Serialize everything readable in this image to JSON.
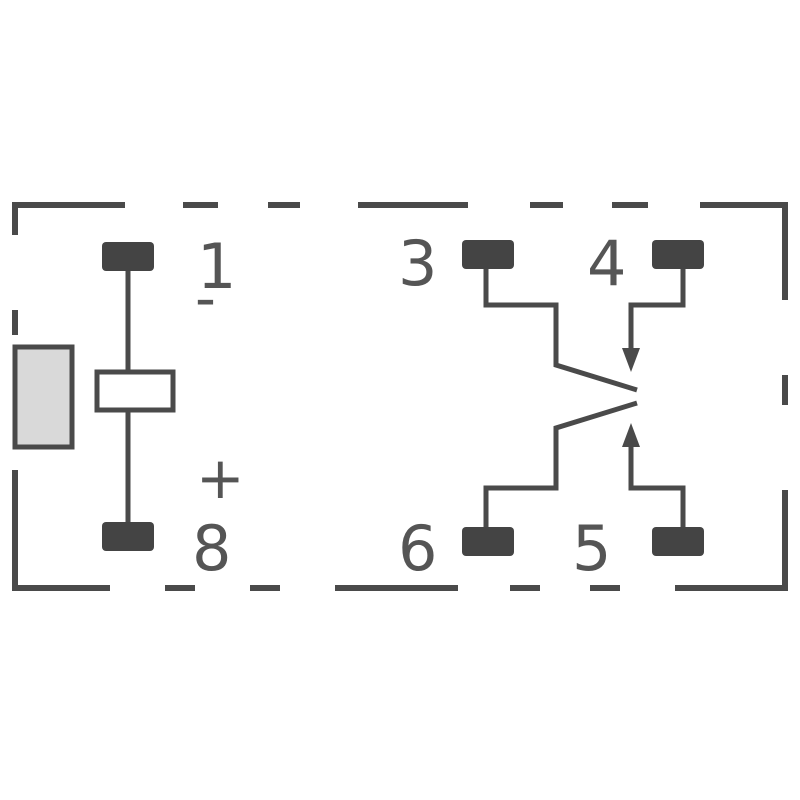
{
  "pins": {
    "p1": "1",
    "p3": "3",
    "p4": "4",
    "p5": "5",
    "p6": "6",
    "p8": "8"
  },
  "polarity": {
    "negative": "-",
    "positive": "+"
  },
  "colors": {
    "line": "#4a4a4a",
    "pad": "#444444",
    "text": "#555555",
    "indicator_fill": "#d9d9d9"
  }
}
